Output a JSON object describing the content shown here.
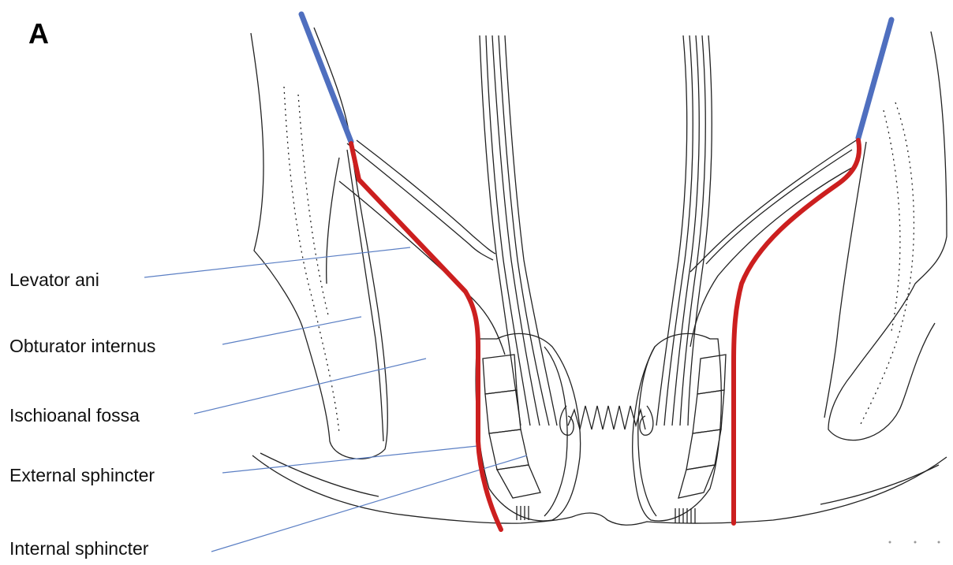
{
  "panel_label": "A",
  "labels": [
    {
      "id": "levator-ani",
      "text": "Levator ani"
    },
    {
      "id": "obturator-internus",
      "text": "Obturator internus"
    },
    {
      "id": "ischioanal-fossa",
      "text": "Ischioanal fossa"
    },
    {
      "id": "external-sphincter",
      "text": "External sphincter"
    },
    {
      "id": "internal-sphincter",
      "text": "Internal sphincter"
    }
  ],
  "colors": {
    "outline": "#222222",
    "leader": "#5b7fc4",
    "red_line": "#cc1f1f",
    "blue_line": "#4f6fbf"
  }
}
